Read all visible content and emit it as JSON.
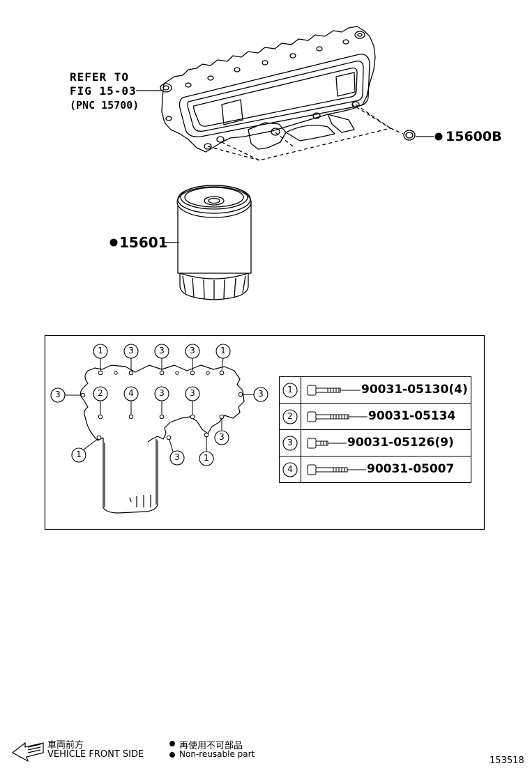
{
  "refer": {
    "line1": "REFER TO",
    "line2": "FIG 15-03",
    "line3": "(PNC 15700)"
  },
  "parts": {
    "gasket_code": "15600B",
    "filter_code": "15601"
  },
  "bolt_callouts": {
    "top": [
      "1",
      "3",
      "3",
      "3",
      "1"
    ],
    "mid": [
      "2",
      "4",
      "3",
      "3"
    ],
    "left": "3",
    "right": "3",
    "lower_left": "1",
    "lower_center": "3",
    "lower_right_a": "3",
    "lower_right_b": "1"
  },
  "bolt_table": [
    {
      "key": "1",
      "part": "90031-05130(4)"
    },
    {
      "key": "2",
      "part": "90031-05134"
    },
    {
      "key": "3",
      "part": "90031-05126(9)"
    },
    {
      "key": "4",
      "part": "90031-05007"
    }
  ],
  "legend": {
    "front_jp": "車両前方",
    "front_en": "VEHICLE FRONT SIDE",
    "nonreuse_jp": "再使用不可部品",
    "nonreuse_en": "Non-reusable part"
  },
  "figure_number": "153518"
}
